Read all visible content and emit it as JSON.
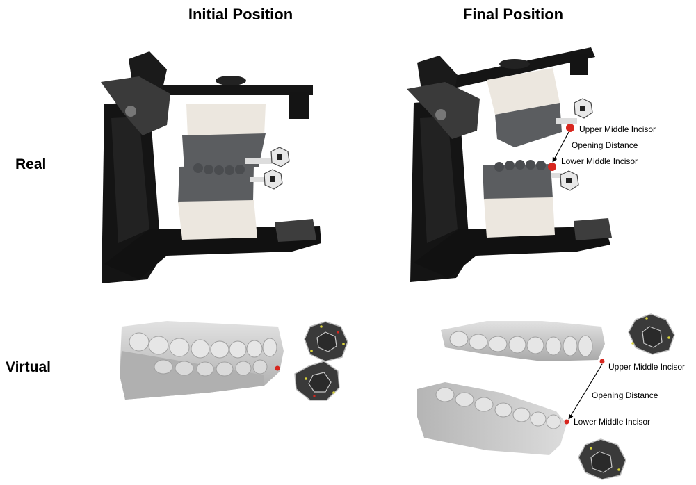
{
  "columns": {
    "initial": "Initial Position",
    "final": "Final Position"
  },
  "rows": {
    "real": "Real",
    "virtual": "Virtual"
  },
  "annotations": {
    "real_final": {
      "upper": "Upper Middle Incisor",
      "opening": "Opening Distance",
      "lower": "Lower Middle Incisor"
    },
    "virtual_final": {
      "upper": "Upper Middle Incisor",
      "opening": "Opening Distance",
      "lower": "Lower Middle Incisor"
    }
  },
  "colors": {
    "marker": "#d7261e",
    "articulator": "#141414",
    "stone_white": "#ece7df",
    "stone_gray": "#5b5d60",
    "scan_gray": "#c9c9c9",
    "dodeca_dark": "#3a3a3a",
    "dodeca_light": "#bdbdbd"
  },
  "icons": [
    "articulator-image",
    "dental-scan-image",
    "dodecahedron-marker-icon",
    "incisor-point-icon",
    "arrow-icon"
  ]
}
